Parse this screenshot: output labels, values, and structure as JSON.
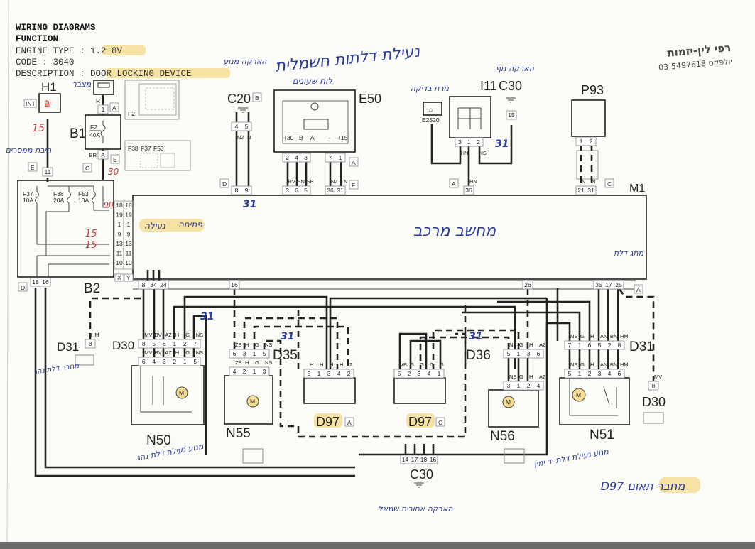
{
  "header": {
    "title": "WIRING DIAGRAMS",
    "subtitle": "FUNCTION",
    "engine_label": "ENGINE TYPE : ",
    "engine_value": "1.2 8V",
    "code_label": "CODE : ",
    "code_value": "3040",
    "description_label": "DESCRIPTION : ",
    "description_value": "DOOR LOCKING DEVICE"
  },
  "stamp": {
    "name": "רפי לין-יזמות",
    "phone": "03-5497618 יולפקס"
  },
  "components": {
    "H1": "H1",
    "INT": "INT",
    "B1": "B1",
    "F2": "F2",
    "F2_rating": "40A",
    "F2_loc": "F2",
    "fuse_loc": [
      "F38",
      "F37",
      "F53"
    ],
    "B2": "B2",
    "B2_fuses": [
      {
        "name": "F37",
        "rating": "10A"
      },
      {
        "name": "F38",
        "rating": "20A"
      },
      {
        "name": "F53",
        "rating": "10A"
      }
    ],
    "C20": "C20",
    "E50": "E50",
    "E50_terms": [
      "+30",
      "B",
      "A",
      "-",
      "+15"
    ],
    "I11": "I11",
    "C30": "C30",
    "E2520": "E2520",
    "P93": "P93",
    "M1": "M1",
    "D30": "D30",
    "D31": "D31",
    "D35": "D35",
    "D36": "D36",
    "D97": "D97",
    "N50": "N50",
    "N51": "N51",
    "N55": "N55",
    "N56": "N56",
    "motor": "M",
    "R": "R"
  },
  "letters": {
    "A": "A",
    "B": "B",
    "C": "C",
    "D": "D",
    "E": "E",
    "F": "F",
    "X": "X",
    "Y": "Y"
  },
  "connectors": {
    "C20_top": {
      "pins": [
        "4",
        "5"
      ],
      "colors": [
        "NZ",
        "N"
      ]
    },
    "C20_bot": {
      "pins": [
        "8",
        "9"
      ],
      "colors": []
    },
    "E50_l": {
      "pins": [
        "2",
        "4",
        "3"
      ],
      "colors": []
    },
    "E50_r": {
      "pins": [
        "7",
        "1"
      ],
      "colors": []
    },
    "M1_E50_l": {
      "pins": [
        "3",
        "6",
        "5"
      ],
      "colors": [
        "RV",
        "SN",
        "SB"
      ]
    },
    "M1_E50_r": {
      "pins": [
        "36",
        "31"
      ],
      "colors": [
        "NZ",
        "LN"
      ]
    },
    "I11": {
      "pins": [
        "3",
        "1",
        "2"
      ],
      "colors": [
        "HN",
        "",
        "NS"
      ]
    },
    "C30_top": {
      "pins": [
        "15"
      ],
      "colors": []
    },
    "M1_I11": {
      "pins": [
        "36"
      ],
      "colors": [
        "HN"
      ]
    },
    "P93": {
      "pins": [
        "1",
        "2"
      ],
      "colors": []
    },
    "M1_P93": {
      "pins": [
        "21",
        "31"
      ],
      "colors": [
        "N",
        "N"
      ]
    },
    "B1_top": {
      "pins": [
        "1"
      ],
      "colors": []
    },
    "B1_bot": {
      "pins": [
        "A"
      ],
      "colors": [
        "BR"
      ]
    },
    "B2_top": {
      "pins": [
        "11"
      ],
      "colors": []
    },
    "B2_bot": {
      "pins": [
        "18",
        "16"
      ],
      "colors": []
    },
    "B2_side_l": {
      "pins": [
        "18",
        "19",
        "1",
        "9",
        "13",
        "11",
        "10"
      ],
      "colors": []
    },
    "B2_side_r": {
      "pins": [
        "18",
        "19",
        "1",
        "9",
        "13",
        "11",
        "10"
      ],
      "colors": []
    },
    "M1_a": {
      "pins": [
        "8",
        "34",
        "24"
      ],
      "colors": []
    },
    "M1_b": {
      "pins": [
        "16"
      ],
      "colors": []
    },
    "M1_c": {
      "pins": [
        "26"
      ],
      "colors": []
    },
    "M1_d": {
      "pins": [
        "35",
        "17",
        "25"
      ],
      "colors": []
    },
    "D30_l": {
      "pins": [
        "8",
        "5",
        "6",
        "1",
        "2",
        "7"
      ],
      "colors": [
        "MV",
        "BV",
        "AZ",
        "H",
        "G",
        "NS"
      ]
    },
    "N50": {
      "pins": [
        "6",
        "4",
        "3",
        "2",
        "1",
        "5"
      ],
      "colors": [
        "MV",
        "BV",
        "AZ",
        "H",
        "G",
        "NS"
      ]
    },
    "D35": {
      "pins": [
        "6",
        "3",
        "1",
        "5"
      ],
      "colors": [
        "ZB",
        "H",
        "G",
        "NS"
      ]
    },
    "N55": {
      "pins": [
        "4",
        "2",
        "1",
        "3"
      ],
      "colors": [
        "ZB",
        "H",
        "G",
        "NS"
      ]
    },
    "D97_A": {
      "pins": [
        "5",
        "1",
        "3",
        "4",
        "2"
      ],
      "colors": [
        "H",
        "H",
        "H",
        "H",
        "Z"
      ]
    },
    "D97_C": {
      "pins": [
        "5",
        "2",
        "3",
        "4",
        "1"
      ],
      "colors": [
        "VB",
        "G",
        "G",
        "G",
        "G"
      ]
    },
    "D36": {
      "pins": [
        "5",
        "1",
        "3",
        "6"
      ],
      "colors": [
        "NS",
        "G",
        "H",
        "AZ"
      ]
    },
    "N56": {
      "pins": [
        "3",
        "1",
        "2",
        "4"
      ],
      "colors": [
        "NS",
        "G",
        "H",
        "AZ"
      ]
    },
    "D31_r": {
      "pins": [
        "7",
        "1",
        "6",
        "5",
        "2",
        "8"
      ],
      "colors": [
        "NS",
        "G",
        "H",
        "AN",
        "BN",
        "HM"
      ]
    },
    "N51": {
      "pins": [
        "5",
        "1",
        "2",
        "3",
        "4",
        "6"
      ],
      "colors": [
        "NS",
        "G",
        "H",
        "AN",
        "BN",
        "HM"
      ]
    },
    "D30_r": {
      "pins": [
        "8"
      ],
      "colors": [
        "MV"
      ]
    },
    "D31_l": {
      "pins": [
        "8"
      ],
      "colors": [
        "HM"
      ]
    },
    "C30_bot": {
      "pins": [
        "14",
        "17",
        "18",
        "16"
      ],
      "colors": []
    }
  },
  "annotations": [
    "נעילת דלתות חשמלית",
    "לוח שעונים",
    "מחשב מרכב",
    "נעילה",
    "פתיחה",
    "מנוע נעילת דלת נהג",
    "מנוע נעילת דלת יד ימין",
    "D97 מחבר תאום",
    "הארקה אחורית שמאל",
    "מחבר דלת נהג",
    "תיבת ממסרים",
    "מצבר",
    "הארקה מנוע",
    "נורת בדיקה",
    "הארקה גוף",
    "מתג דלת",
    "31",
    "31",
    "31",
    "31",
    "31"
  ],
  "red_notes": [
    "15",
    "30",
    "15",
    "15",
    "90"
  ],
  "colors": {
    "ink": "#222222",
    "highlight": "#f5d98a",
    "pen_blue": "#2b3a9c",
    "pen_red": "#c8323a"
  }
}
